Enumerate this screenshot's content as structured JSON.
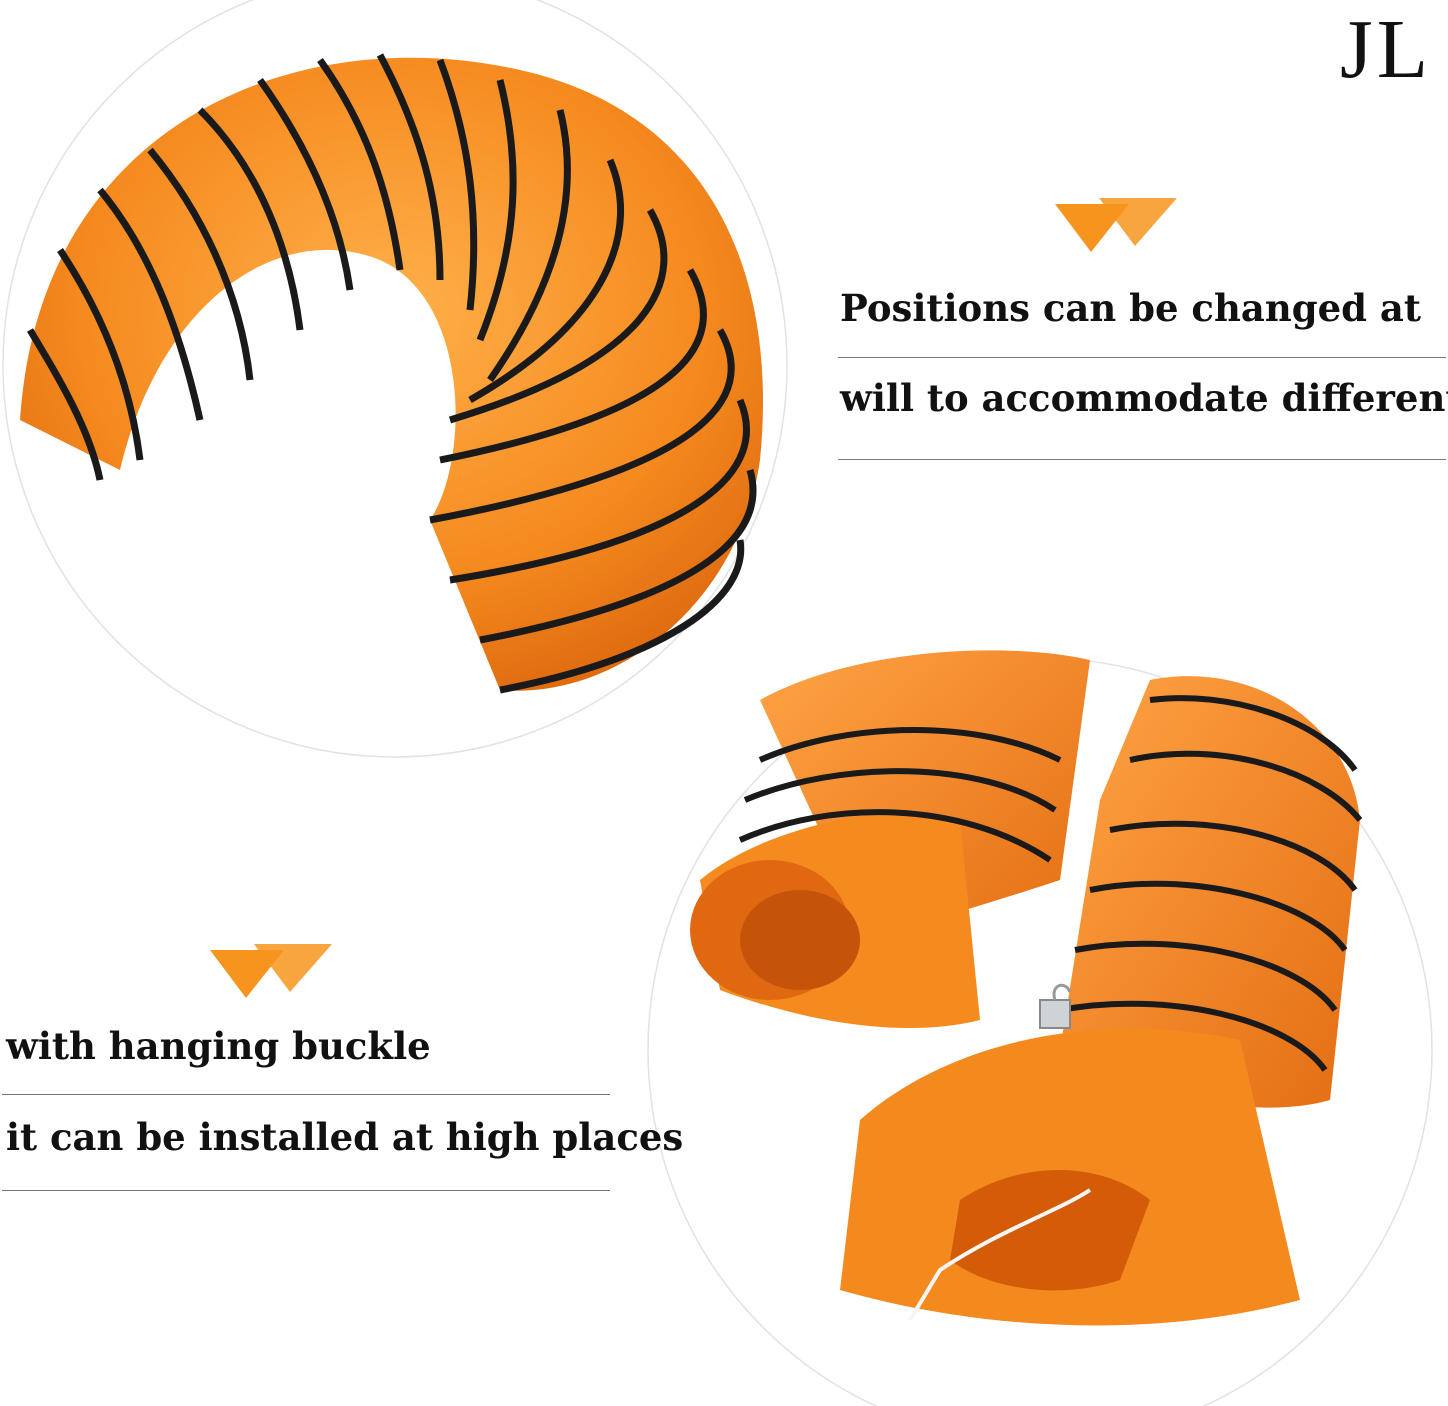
{
  "brand": "JL",
  "colors": {
    "hose_orange": "#f48a1e",
    "hose_dark_orange": "#d8620a",
    "wire": "#1a1a1a",
    "accent_orange": "#f7941d",
    "circle_outline": "#e2e2e2"
  },
  "feature_top": {
    "icon": "double-chevron-down-icon",
    "line1": "Positions can be changed at",
    "line2": "will to accommodate different"
  },
  "feature_bottom": {
    "icon": "double-chevron-down-icon",
    "line1": "with hanging buckle",
    "line2": "it can be installed at high places"
  }
}
